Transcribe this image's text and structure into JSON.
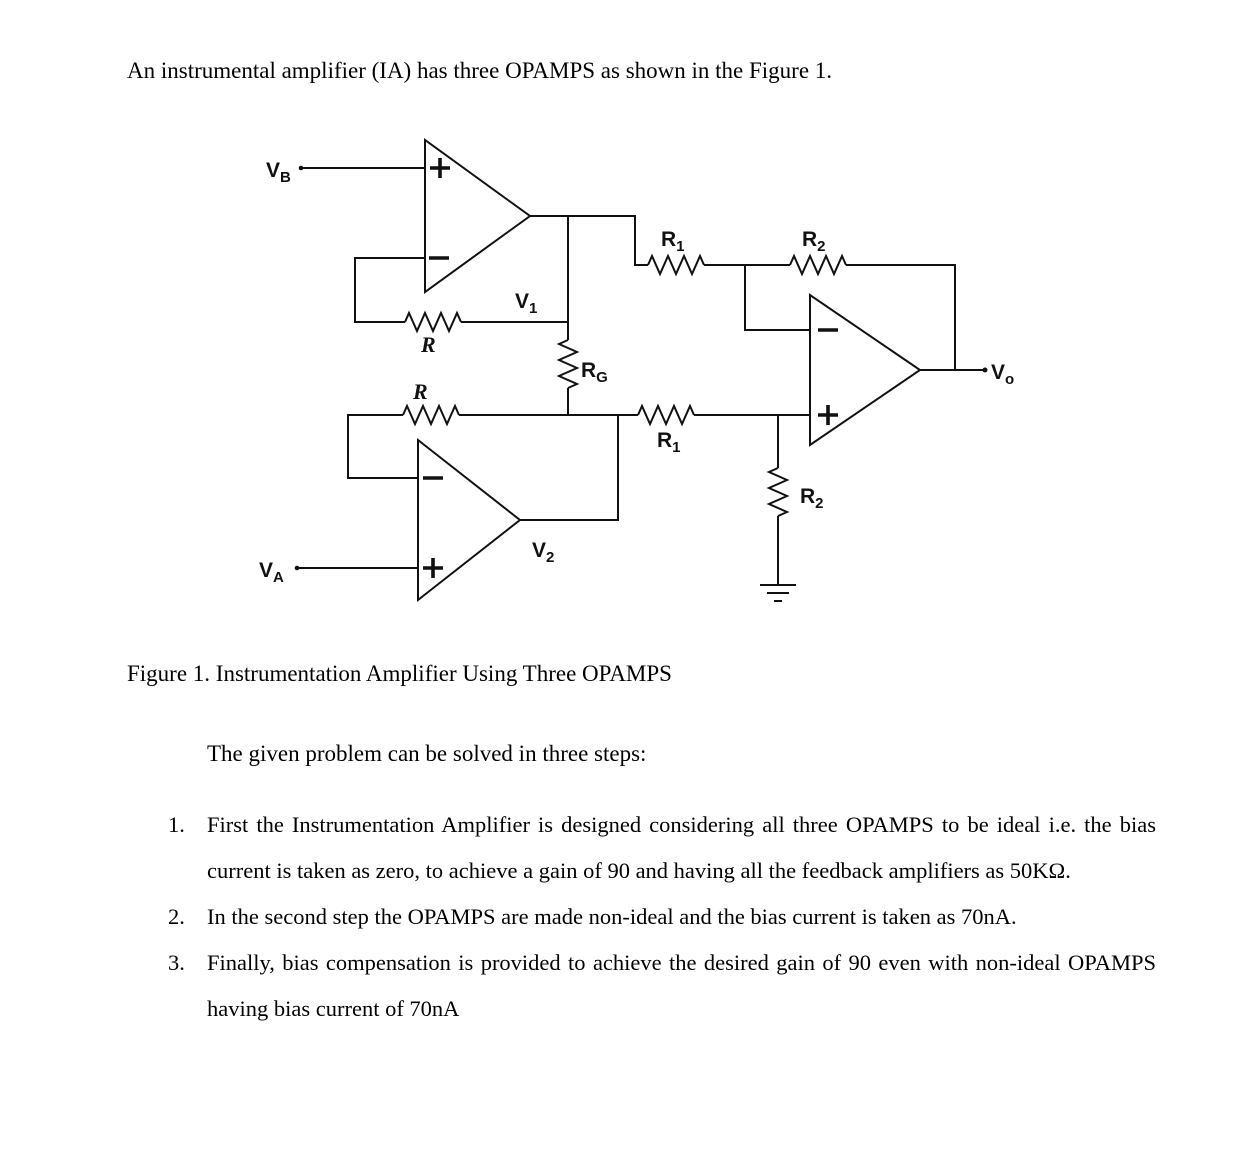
{
  "page": {
    "intro": "An instrumental amplifier (IA) has three OPAMPS as shown in the Figure 1.",
    "figure_caption": "Figure 1. Instrumentation Amplifier Using Three OPAMPS",
    "steps_intro": "The given problem can be solved in three steps:",
    "steps": [
      {
        "number": "1.",
        "text": "First the Instrumentation Amplifier is designed considering all three OPAMPS to be ideal i.e. the bias current is taken as zero, to achieve a gain of 90 and having all the feedback amplifiers as 50KΩ."
      },
      {
        "number": "2.",
        "text": "In the second step the OPAMPS are made non-ideal and the bias current is taken as 70nA."
      },
      {
        "number": "3.",
        "text": "Finally, bias compensation is provided to achieve the desired gain of 90 even with non-ideal OPAMPS having bias current of 70nA"
      }
    ]
  },
  "diagram": {
    "labels": {
      "vb": {
        "base": "V",
        "sub": "B"
      },
      "va": {
        "base": "V",
        "sub": "A"
      },
      "v1": {
        "base": "V",
        "sub": "1"
      },
      "v2": {
        "base": "V",
        "sub": "2"
      },
      "vo": {
        "base": "V",
        "sub": "o"
      },
      "r_top": "R",
      "r_bottom": "R",
      "rg": {
        "base": "R",
        "sub": "G"
      },
      "r1_top": {
        "base": "R",
        "sub": "1"
      },
      "r1_bottom": {
        "base": "R",
        "sub": "1"
      },
      "r2_top": {
        "base": "R",
        "sub": "2"
      },
      "r2_right": {
        "base": "R",
        "sub": "2"
      }
    }
  }
}
